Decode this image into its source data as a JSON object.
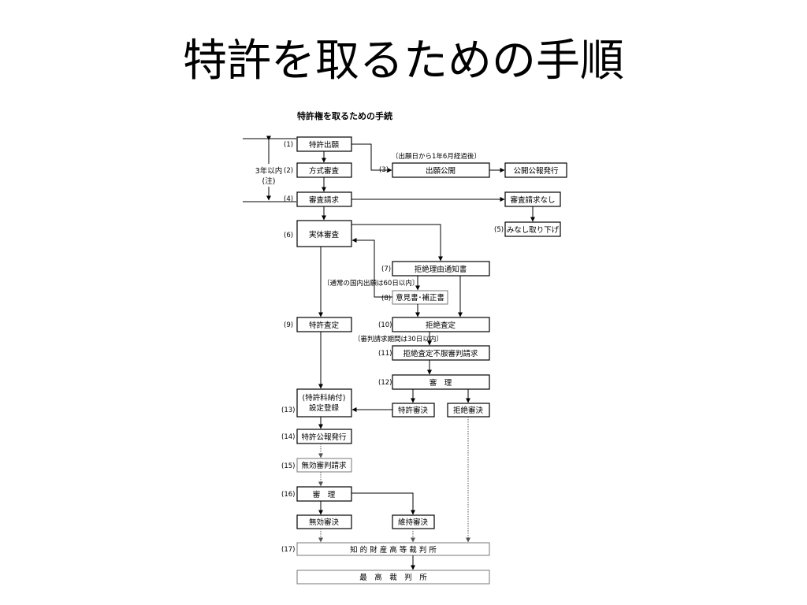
{
  "slide_title": "特許を取るための手順",
  "diagram": {
    "title": "特許権を取るための手続",
    "boxes": {
      "b1": {
        "num": "(1)",
        "label": "特許出願"
      },
      "b2": {
        "num": "(2)",
        "label": "方式審査"
      },
      "b3": {
        "num": "(3)",
        "label": "出願公開"
      },
      "b3r": {
        "label": "公開公報発行"
      },
      "b4": {
        "num": "(4)",
        "label": "審査請求"
      },
      "b4r": {
        "label": "審査請求なし"
      },
      "b5": {
        "num": "(5)",
        "label": "みなし取り下げ"
      },
      "b6": {
        "num": "(6)",
        "label": "実体審査"
      },
      "b7": {
        "num": "(7)",
        "label": "拒絶理由通知書"
      },
      "b8": {
        "num": "(8)",
        "label": "意見書･補正書"
      },
      "b9": {
        "num": "(9)",
        "label": "特許査定"
      },
      "b10": {
        "num": "(10)",
        "label": "拒絶査定"
      },
      "b11": {
        "num": "(11)",
        "label": "拒絶査定不服審判請求"
      },
      "b12": {
        "num": "(12)",
        "label": "審　理"
      },
      "b12a": {
        "label": "特許審決"
      },
      "b12b": {
        "label": "拒絶審決"
      },
      "b13": {
        "num": "(13)",
        "label_line1": "(特許料納付)",
        "label_line2": "設定登録"
      },
      "b14": {
        "num": "(14)",
        "label": "特許公報発行"
      },
      "b15": {
        "num": "(15)",
        "label": "無効審判請求"
      },
      "b16": {
        "num": "(16)",
        "label": "審　理"
      },
      "b16a": {
        "label": "無効審決"
      },
      "b16b": {
        "label": "維持審決"
      },
      "b17": {
        "num": "(17)",
        "label": "知 的 財 産 高 等 裁 判 所"
      },
      "b18": {
        "label": "最　高　裁　判　所"
      }
    },
    "notes": {
      "publication": "〔出願日から1年6月経過後〕",
      "period_line1": "3年以内",
      "period_line2": "(注)",
      "opinion": "〔通常の国内出願は60日以内〕",
      "appeal": "〔審判請求期間は30日以内〕"
    }
  }
}
